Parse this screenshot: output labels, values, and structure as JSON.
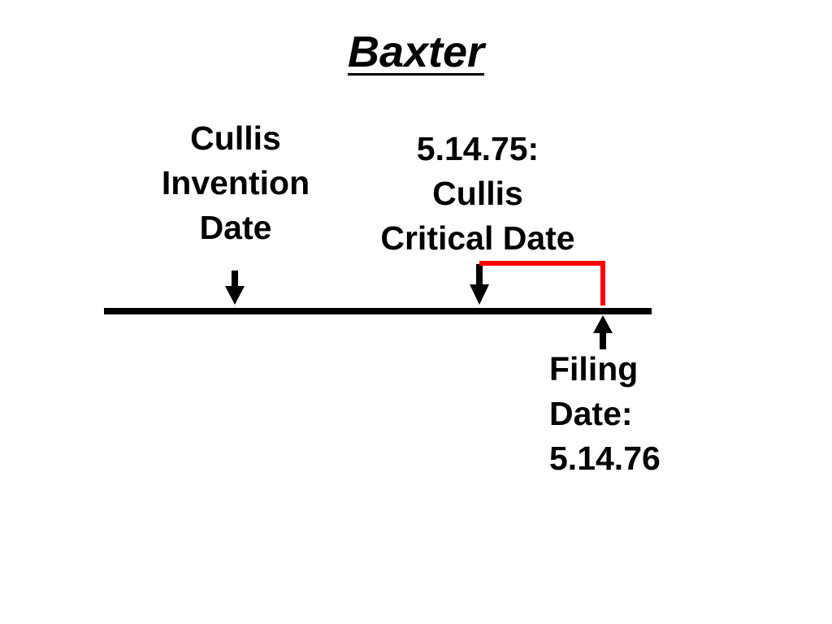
{
  "title": "Baxter",
  "labels": {
    "invention": [
      "Cullis",
      "Invention",
      "Date"
    ],
    "critical": [
      "5.14.75:",
      "Cullis",
      "Critical Date"
    ],
    "filing": [
      "Filing",
      "Date:",
      "5.14.76"
    ]
  },
  "colors": {
    "line": "#000000",
    "bracket": "#ff0000",
    "text": "#000000"
  }
}
